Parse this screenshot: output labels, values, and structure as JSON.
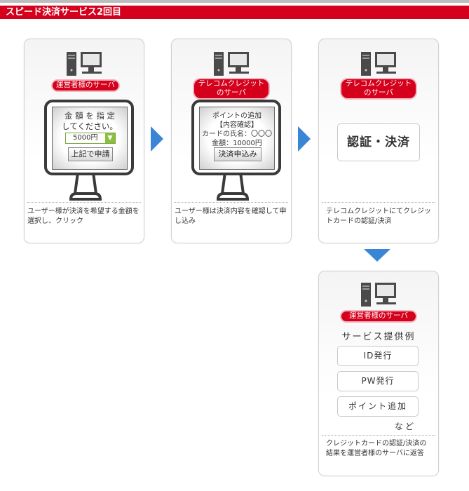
{
  "header": {
    "title": "スピード決済サービス2回目"
  },
  "steps": [
    {
      "server_label": "運営者様のサーバ",
      "screen": {
        "line1": "金 額 を 指 定",
        "line2": "してください。",
        "select_value": "5000円",
        "button_label": "上記で申請"
      },
      "description": [
        "ユーザー様が決済を希望する金額を",
        "選択し、クリック"
      ]
    },
    {
      "server_label": [
        "テレコムクレジット",
        "のサーバ"
      ],
      "screen": {
        "line1": "ポイントの追加",
        "line2": "【内容確認】",
        "line3": "カードの氏名：〇〇〇",
        "line4": "金額：10000円",
        "button_label": "決済申込み"
      },
      "description": [
        "ユーザー様は決済内容を確認して申",
        "し込み"
      ]
    },
    {
      "server_label": [
        "テレコムクレジット",
        "のサーバ"
      ],
      "box_label": "認証・決済",
      "description": [
        "テレコムクレジットにてクレジッ",
        "トカードの認証/決済"
      ]
    },
    {
      "server_label": "運営者様のサーバ",
      "service_heading": "サービス提供例",
      "services": [
        "ID発行",
        "PW発行",
        "ポイント追加"
      ],
      "etc": "など",
      "description": [
        "クレジットカードの認証/決済の",
        "結果を運営者様のサーバに返答"
      ]
    }
  ],
  "colors": {
    "brand_red": "#d5001c",
    "arrow_blue": "#3a86d6"
  },
  "icons": [
    "server-computer-icon",
    "arrow-right-icon",
    "arrow-down-icon",
    "dropdown-chevron-icon"
  ]
}
